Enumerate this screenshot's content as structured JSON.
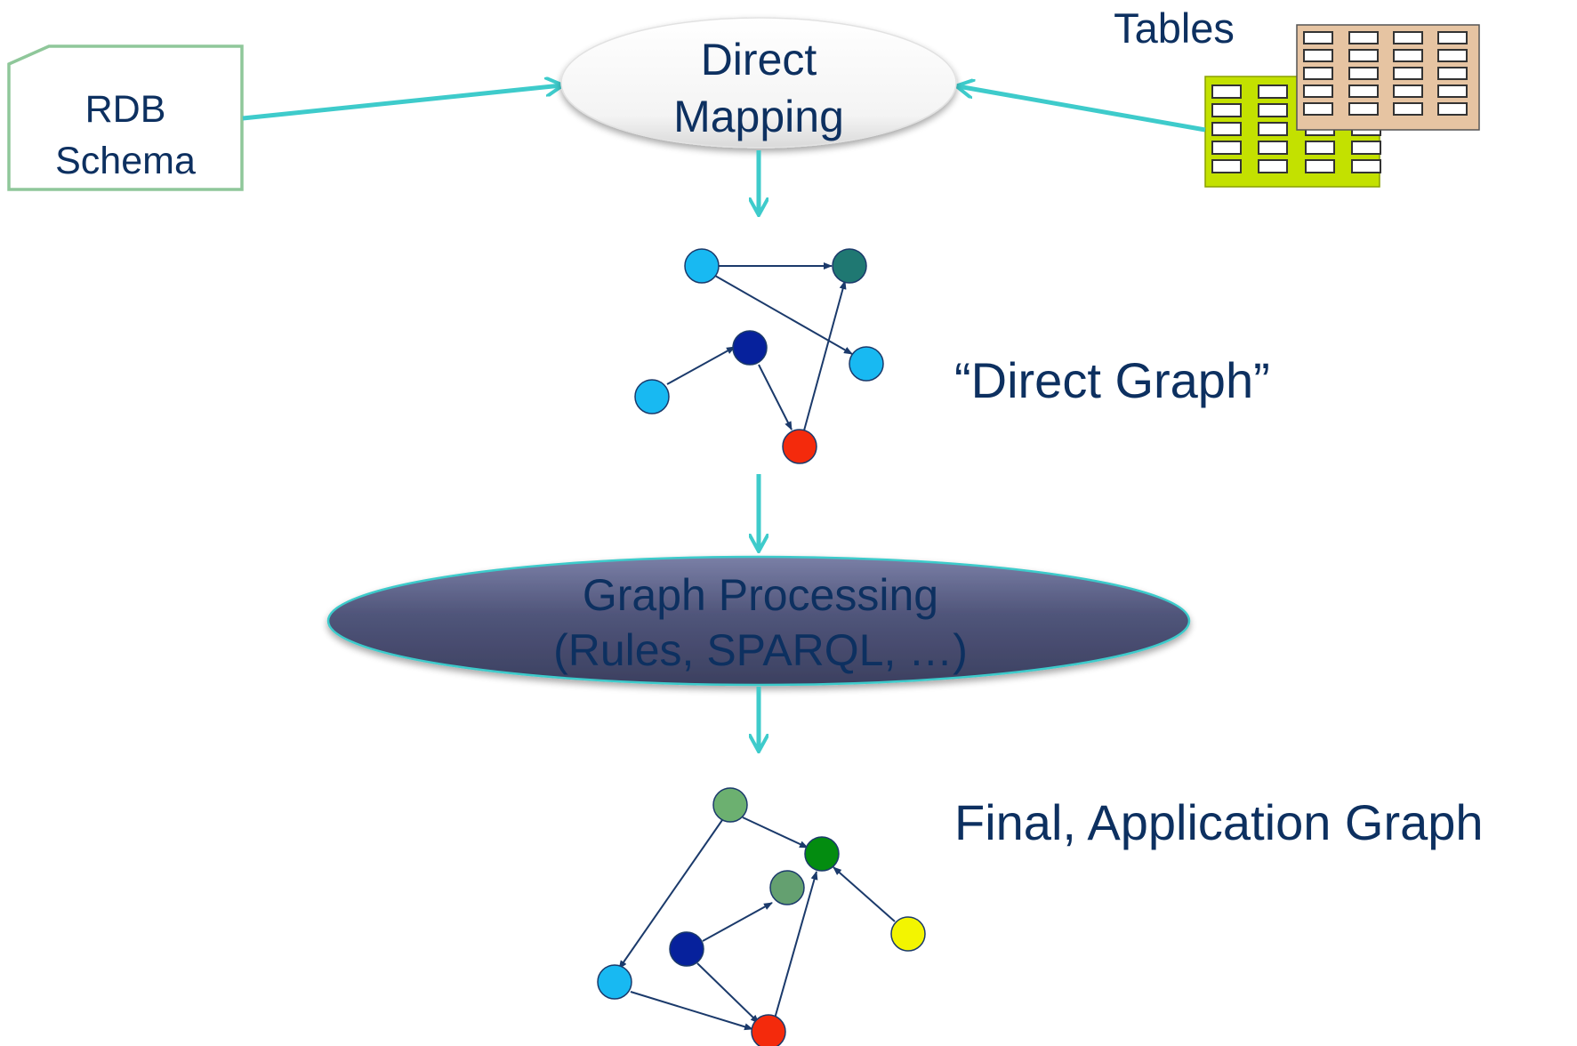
{
  "labels": {
    "rdb_line1": "RDB",
    "rdb_line2": "Schema",
    "dm_line1": "Direct",
    "dm_line2": "Mapping",
    "tables": "Tables",
    "direct_graph": "“Direct Graph”",
    "gp_line1": "Graph Processing",
    "gp_line2": "(Rules, SPARQL, …)",
    "final_graph": "Final, Application Graph"
  },
  "colors": {
    "text": "#0d3060",
    "flow_arrow": "#3ecbcb",
    "edge": "#1b3a6b",
    "rdb_border": "#8fc79a",
    "light_blue": "#18b9f2",
    "teal": "#1f7872",
    "navy": "#06219c",
    "red": "#f42a0c",
    "sage": "#6cb070",
    "sage_dark": "#64a070",
    "green": "#038c10",
    "yellow": "#f3f500",
    "table_lime": "#c3e100",
    "table_tan": "#e6c4a2",
    "processing_fill": "#4a4f70"
  }
}
